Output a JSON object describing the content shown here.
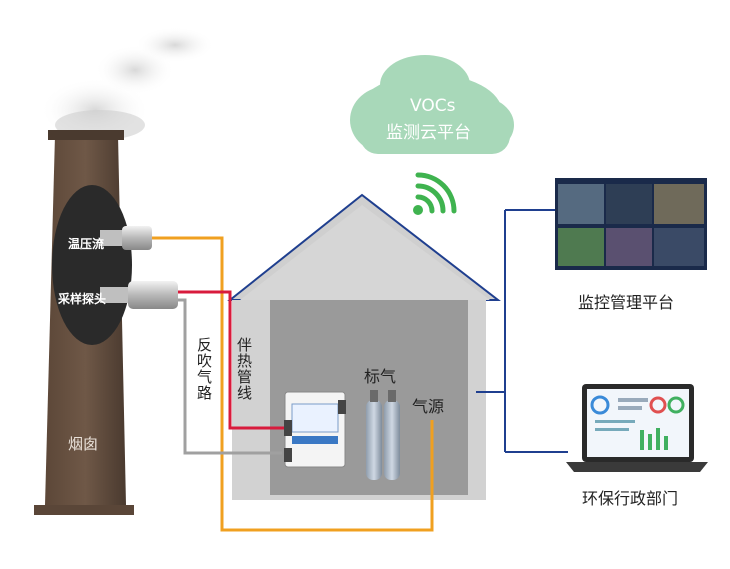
{
  "cloud": {
    "line1": "VOCs",
    "line2": "监测云平台",
    "color": "#a8d8b9"
  },
  "chimney": {
    "label": "烟囱",
    "probe_temp_pressure_flow": "温压流",
    "probe_sampling": "采样探头"
  },
  "pipes": {
    "backflush": "反吹气路",
    "heat_tracing": "伴热管线"
  },
  "room": {
    "standard_gas": "标气",
    "gas_source": "气源"
  },
  "platforms": {
    "monitoring": "监控管理平台",
    "environment": "环保行政部门"
  },
  "colors": {
    "orange_line": "#f0a020",
    "red_line": "#d81b3c",
    "gray_line": "#a0a0a0",
    "blue_line": "#1f3f8f",
    "wifi": "#3fb34f"
  }
}
